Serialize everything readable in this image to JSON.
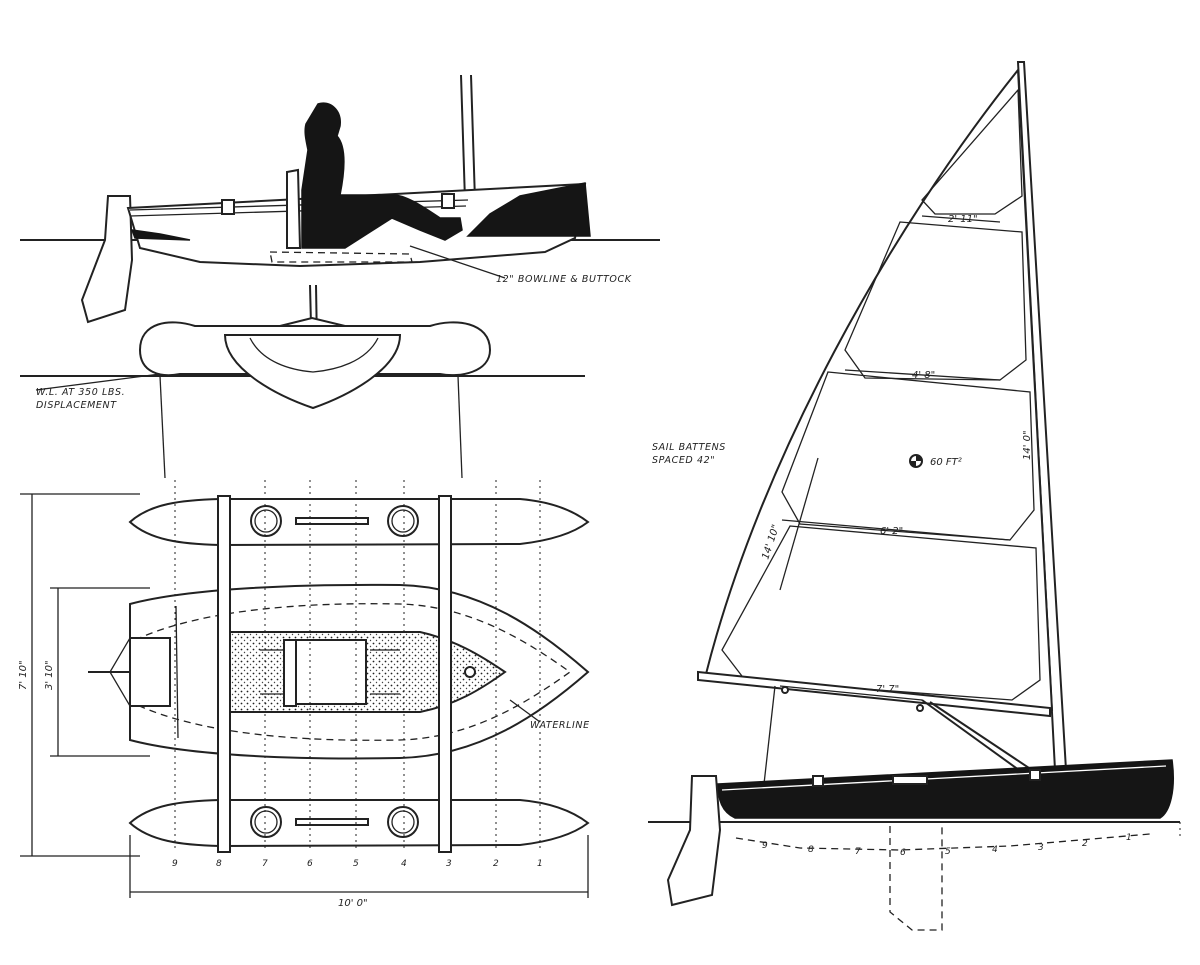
{
  "labels": {
    "bowline_buttock": "12\" BOWLINE & BUTTOCK",
    "wl_line1": "W.L. AT 350 LBS.",
    "wl_line2": "DISPLACEMENT",
    "waterline": "WATERLINE",
    "battens_line1": "SAIL BATTENS",
    "battens_line2": "SPACED 42\"",
    "sail_area": "60 FT²"
  },
  "dimensions": {
    "overall_length": "10' 0\"",
    "overall_beam": "7' 10\"",
    "hull_beam": "3' 10\"",
    "sail_width_top": "2' 11\"",
    "sail_width_2": "4' 8\"",
    "sail_width_3": "6' 2\"",
    "boom_length": "7' 7\"",
    "luff_length": "14' 0\"",
    "leech_length": "14' 10\""
  },
  "stations": [
    "9",
    "8",
    "7",
    "6",
    "5",
    "4",
    "3",
    "2",
    "1"
  ],
  "colors": {
    "ink": "#222222",
    "hull_fill": "#151515",
    "paper": "#ffffff"
  }
}
